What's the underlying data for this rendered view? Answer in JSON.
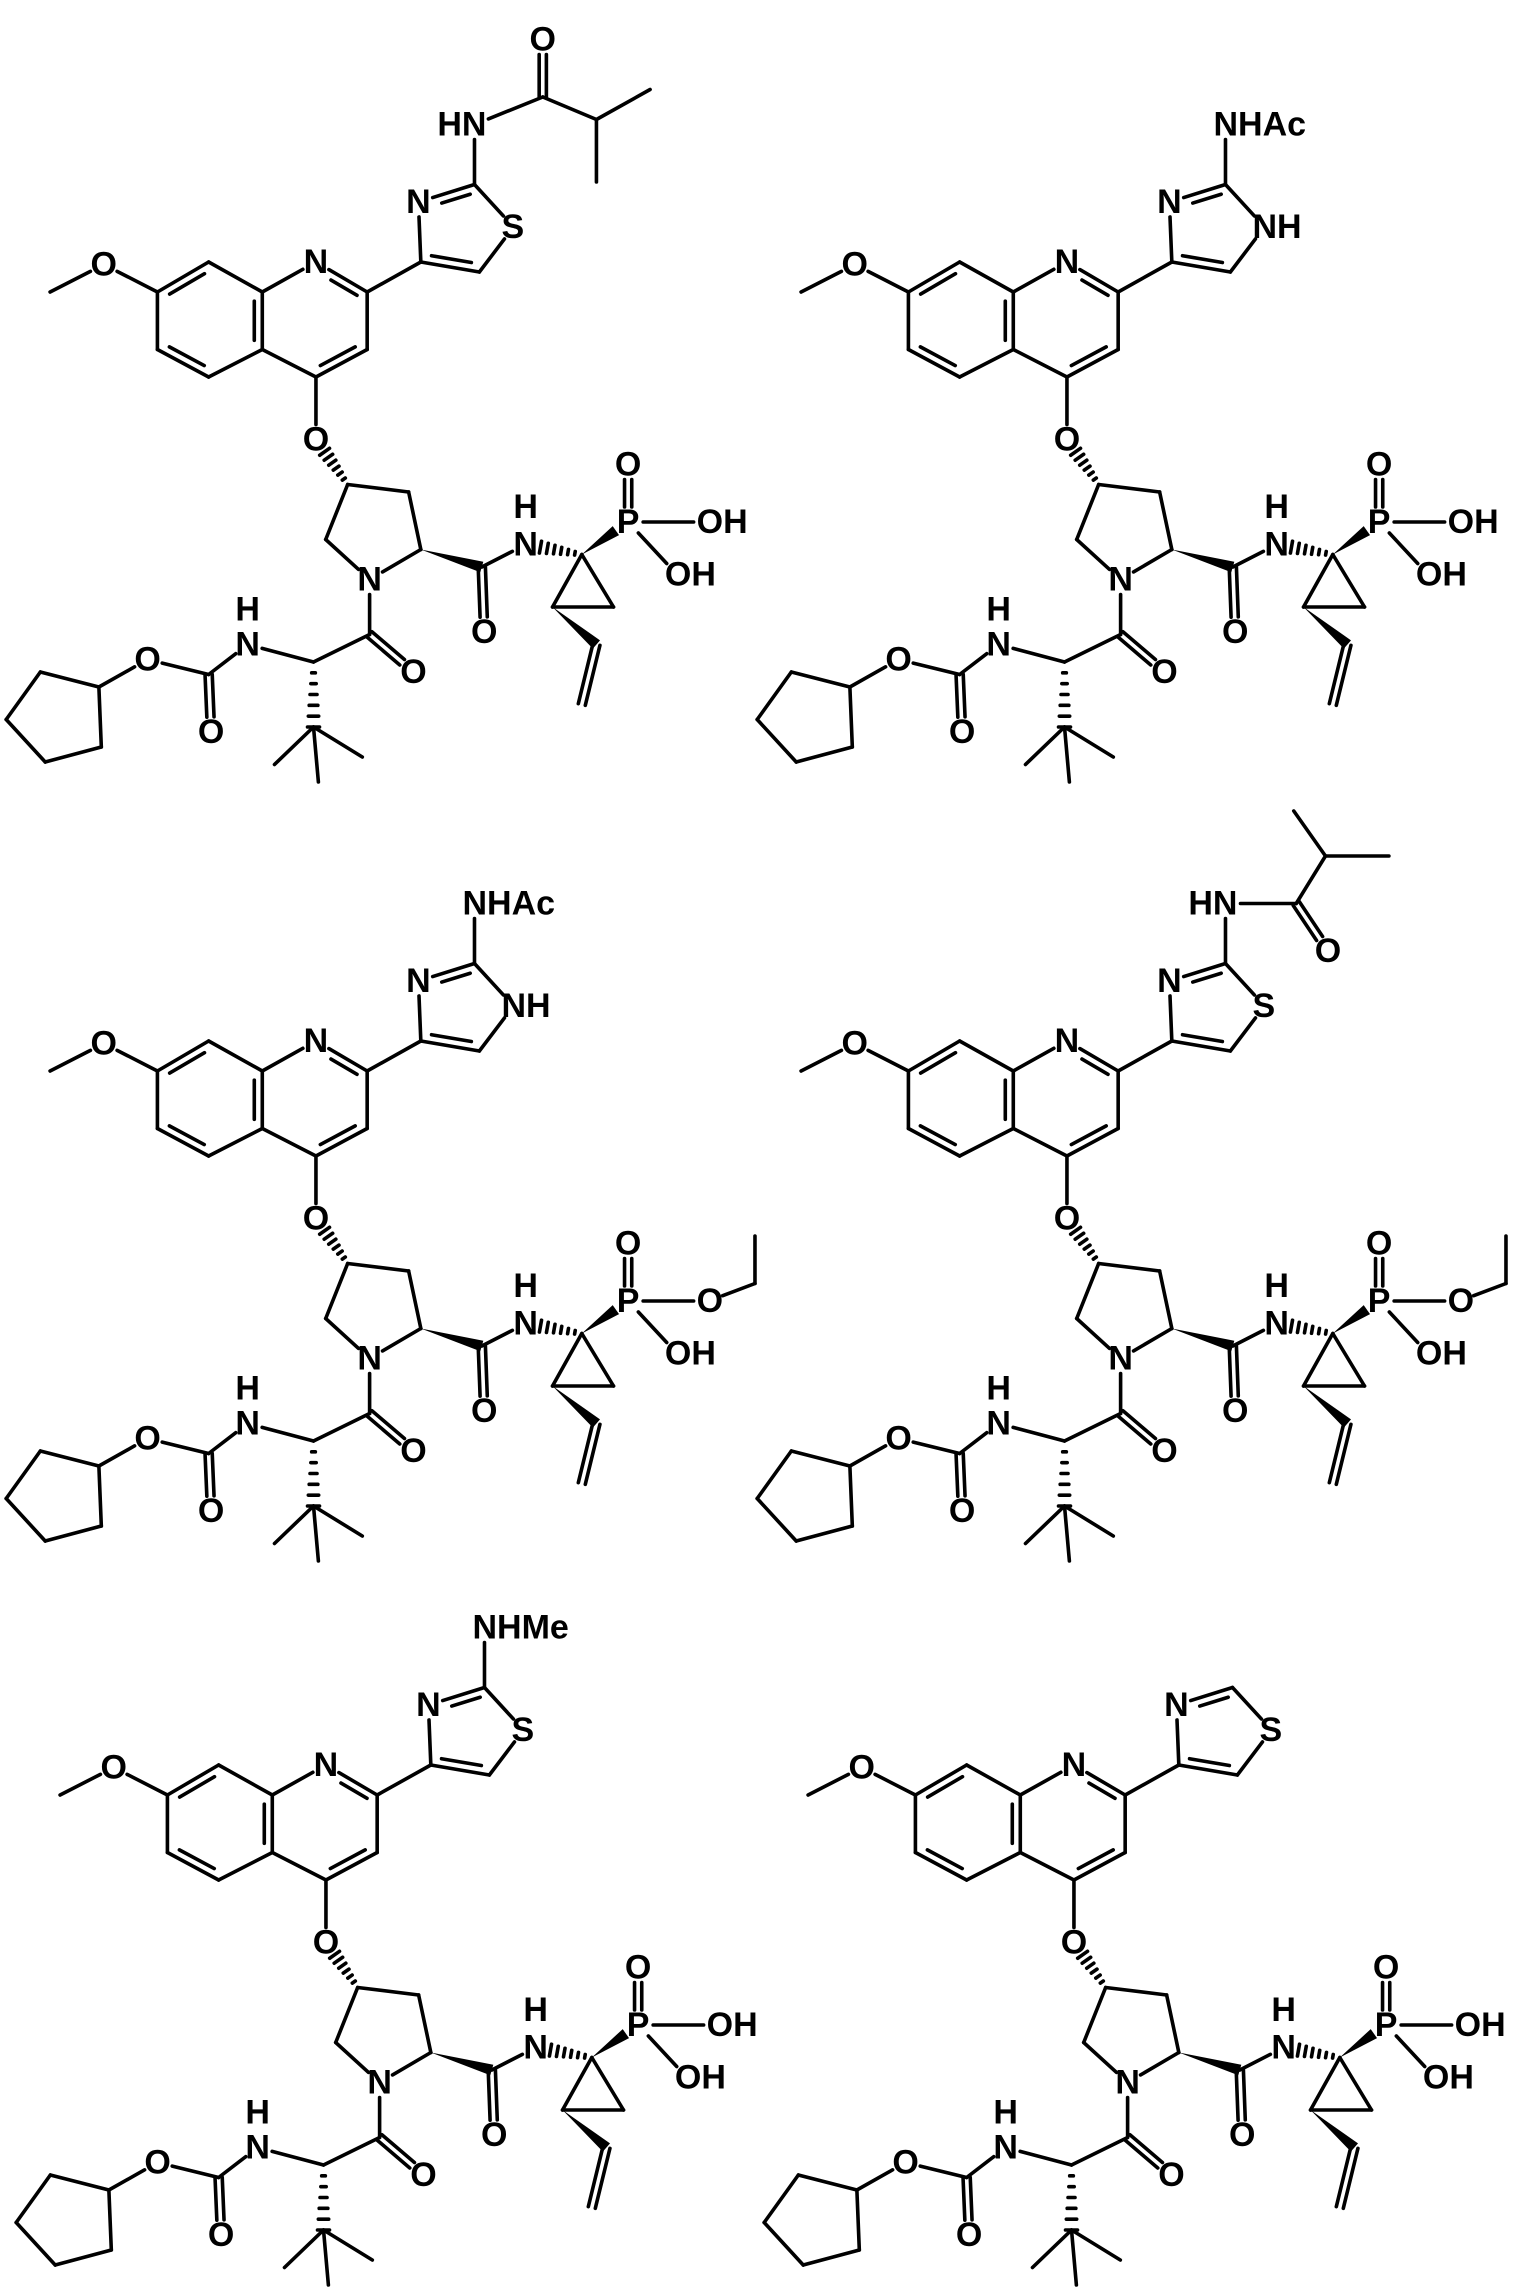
{
  "figure": {
    "type": "chemical-structures",
    "count": 6,
    "ink_color": "#000000",
    "background_color": "#ffffff"
  },
  "common_labels": {
    "oMe": "O",
    "n1": "N",
    "oE": "O",
    "pN": "N",
    "amO": "O",
    "amN": "N",
    "amH": "H",
    "P": "P",
    "pO": "O",
    "pOH2": "OH",
    "acO": "O",
    "cbN": "N",
    "cbH": "H",
    "cbO": "O",
    "esO": "O",
    "t3": "N"
  },
  "molecules": [
    {
      "name": "thiazole-isobutyramide-phosphonic-acid",
      "ring": "thiazole",
      "substituent": "ibu",
      "phosphorus": "acid",
      "labels": {
        "t1": "S",
        "hn": "HN",
        "ko": "O",
        "pOH1": "OH"
      }
    },
    {
      "name": "imidazole-acetamide-phosphonic-acid",
      "ring": "imidazole",
      "substituent": "text",
      "phosphorus": "acid",
      "labels": {
        "t1": "NH",
        "x": "NHAc",
        "pOH1": "OH"
      }
    },
    {
      "name": "imidazole-acetamide-ethyl-phosphonate",
      "ring": "imidazole",
      "substituent": "text",
      "phosphorus": "ethyl",
      "labels": {
        "t1": "NH",
        "x": "NHAc",
        "pOH1": "O"
      }
    },
    {
      "name": "thiazole-isobutyramide-ethyl-phosphonate",
      "ring": "thiazole",
      "substituent": "ibu2",
      "phosphorus": "ethyl",
      "labels": {
        "t1": "S",
        "hn": "HN",
        "ko": "O",
        "pOH1": "O"
      }
    },
    {
      "name": "thiazole-methylamino-phosphonic-acid",
      "ring": "thiazole",
      "substituent": "text",
      "phosphorus": "acid",
      "labels": {
        "t1": "S",
        "x": "NHMe",
        "pOH1": "OH"
      }
    },
    {
      "name": "thiazole-unsubstituted-phosphonic-acid",
      "ring": "thiazole",
      "substituent": "none",
      "phosphorus": "acid",
      "labels": {
        "t1": "S",
        "pOH1": "OH"
      }
    }
  ]
}
